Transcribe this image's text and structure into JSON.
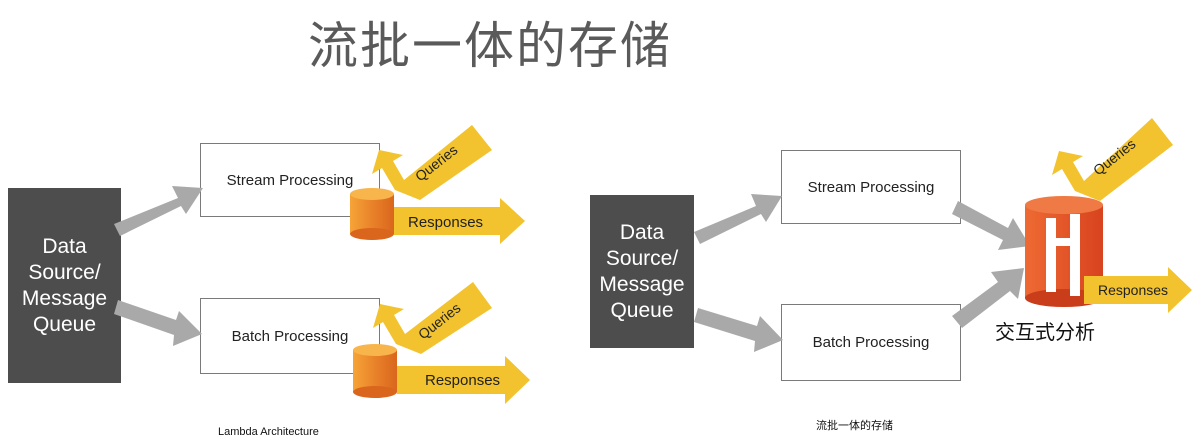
{
  "title": "流批一体的存储",
  "left_diagram": {
    "source_label": "Data\nSource/\nMessage\nQueue",
    "stream_label": "Stream Processing",
    "batch_label": "Batch Processing",
    "queries_label": "Queries",
    "responses_label": "Responses",
    "caption": "Lambda Architecture"
  },
  "right_diagram": {
    "source_label": "Data\nSource/\nMessage\nQueue",
    "stream_label": "Stream Processing",
    "batch_label": "Batch Processing",
    "queries_label": "Queries",
    "responses_label": "Responses",
    "storage_label": "交互式分析",
    "caption": "流批一体的存储"
  },
  "colors": {
    "source_box": "#4d4d4d",
    "arrow_gray": "#a9a9a9",
    "yellow": "#f2c32e",
    "cylinder_orange": "#e9822a",
    "cylinder_red": "#e2542a"
  }
}
